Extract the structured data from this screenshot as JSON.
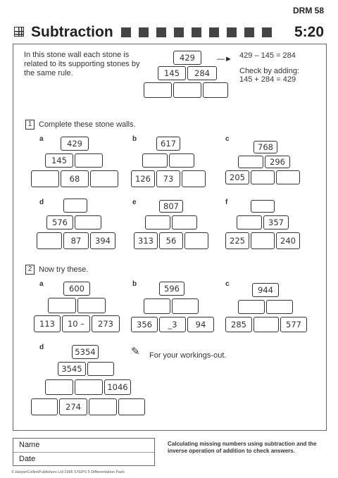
{
  "header": {
    "code": "DRM 58",
    "title": "Subtraction",
    "time": "5:20"
  },
  "intro": {
    "text": "In this stone wall each stone is related to its supporting stones by the same rule.",
    "top": "429",
    "left": "145",
    "right": "284",
    "equation": "429 – 145 = 284",
    "check_label": "Check by adding:",
    "check_eq": "145 + 284 = 429"
  },
  "q1": {
    "num": "1",
    "text": "Complete these stone walls.",
    "a": {
      "label": "a",
      "top": "429",
      "mid_l": "145",
      "bot_m": "68"
    },
    "b": {
      "label": "b",
      "top": "617",
      "bot_l": "126",
      "bot_m": "73"
    },
    "c": {
      "label": "c",
      "top": "768",
      "mid_r": "296",
      "bot_l": "205"
    },
    "d": {
      "label": "d",
      "mid_l": "576",
      "bot_m": "87",
      "bot_r": "394"
    },
    "e": {
      "label": "e",
      "top": "807",
      "bot_l": "313",
      "bot_m": "56"
    },
    "f": {
      "label": "f",
      "mid_r": "357",
      "bot_l": "225",
      "bot_r": "240"
    }
  },
  "q2": {
    "num": "2",
    "text": "Now try these.",
    "a": {
      "label": "a",
      "top": "600",
      "bot_l": "113",
      "bot_m": "10 –",
      "bot_r": "273"
    },
    "b": {
      "label": "b",
      "top": "596",
      "bot_l": "356",
      "bot_m": "_3",
      "bot_r": "94"
    },
    "c": {
      "label": "c",
      "top": "944",
      "bot_l": "285",
      "bot_r": "577"
    },
    "d": {
      "label": "d",
      "top": "5354",
      "r2": "3545",
      "r3": "1046",
      "r4": "274"
    },
    "workings": "For your workings-out."
  },
  "footer": {
    "name_label": "Name",
    "date_label": "Date",
    "note": "Calculating missing numbers using subtraction and the inverse operation of addition to check answers.",
    "copyright": "© HarperCollinsPublishers Ltd 1996 STEPS 5 Differentiation Pack"
  }
}
